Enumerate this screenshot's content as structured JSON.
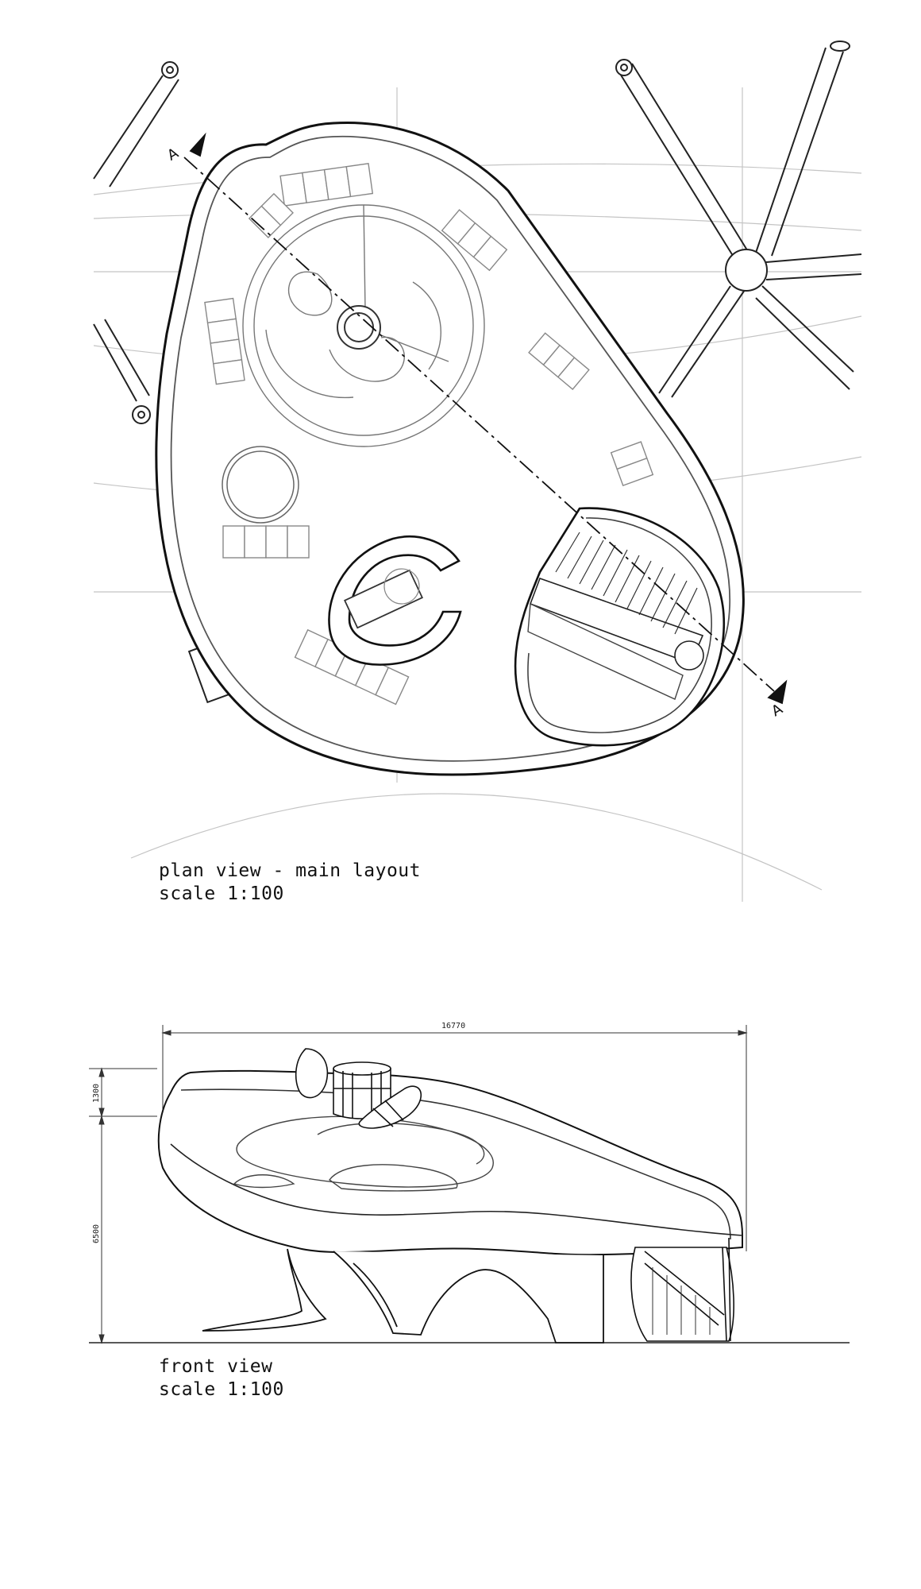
{
  "plan_view": {
    "title": "plan view - main layout",
    "scale": "scale 1:100",
    "section_marker_start": "A",
    "section_marker_end": "A"
  },
  "front_view": {
    "title": "front view",
    "scale": "scale 1:100",
    "dimension_width": "16770",
    "dimension_upper": "1300",
    "dimension_lower": "6500"
  },
  "colors": {
    "line": "#111111",
    "construction": "#bdbdbd",
    "background": "#ffffff"
  }
}
